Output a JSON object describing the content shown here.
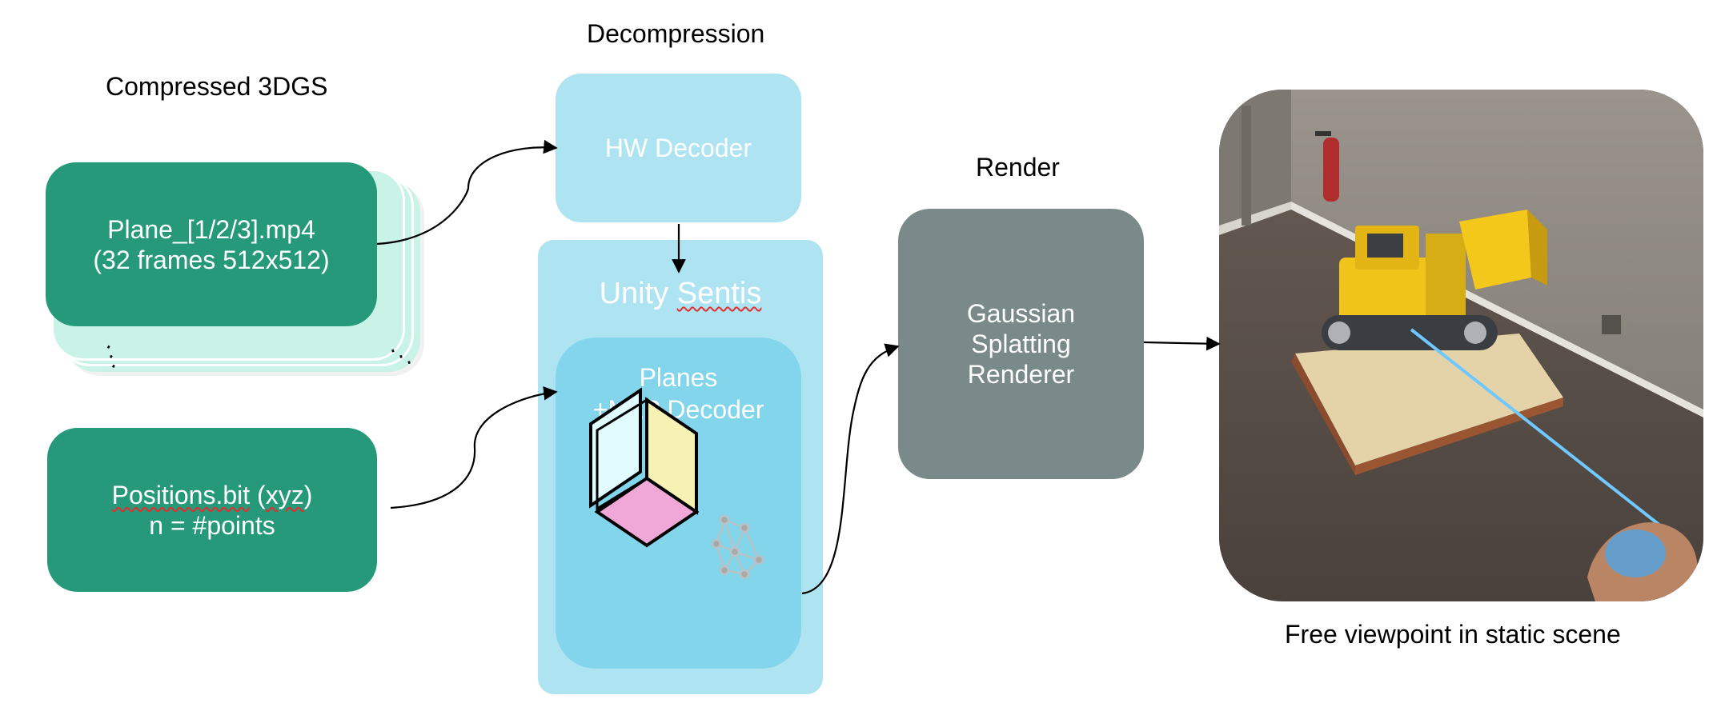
{
  "sections": {
    "compressed": "Compressed 3DGS",
    "decompression": "Decompression",
    "render": "Render",
    "output_caption": "Free viewpoint in static scene"
  },
  "plane_box": {
    "line1": "Plane_[1/2/3].mp4",
    "line2": "(32 frames 512x512)"
  },
  "positions_box": {
    "line1a": "Positions.bit",
    "line1b": " (",
    "line1c": "xyz",
    "line1d": ")",
    "line2": "n = #points"
  },
  "hw_decoder": "HW Decoder",
  "unity": {
    "word1": "Unity ",
    "word2": "Sentis"
  },
  "planes_box": {
    "line1": "Planes",
    "line2": "+MLP Decoder"
  },
  "renderer_box": {
    "line1": "Gaussian",
    "line2": "Splatting",
    "line3": "Renderer"
  },
  "colors": {
    "teal": "#26997a",
    "stack_mint": "#c9f3e6",
    "hw_decoder": "#aee4f1",
    "unity_outer": "#aee4f1",
    "planes_inner": "#82d5ea",
    "renderer": "#7a8989"
  },
  "icons": [
    "tri-plane-icon",
    "neural-network-icon",
    "scene-photo"
  ]
}
